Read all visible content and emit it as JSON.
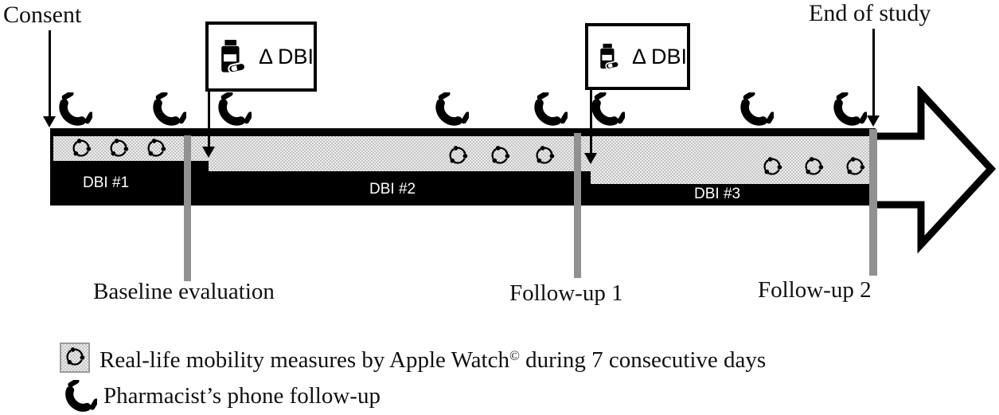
{
  "labels": {
    "consent": "Consent",
    "end_of_study": "End of study",
    "baseline": "Baseline evaluation",
    "followup1": "Follow-up 1",
    "followup2": "Follow-up 2"
  },
  "intervention_boxes": [
    {
      "label": "Δ DBI"
    },
    {
      "label": "Δ DBI"
    }
  ],
  "timeline": {
    "segments": [
      {
        "label": "DBI #1"
      },
      {
        "label": "DBI #2"
      },
      {
        "label": "DBI #3"
      }
    ]
  },
  "legend": {
    "mobility": {
      "text": "Real-life mobility measures by Apple Watch",
      "sup": "©",
      "text_after": " during 7 consecutive days"
    },
    "phone": "Pharmacist’s phone follow-up"
  },
  "icons": {
    "phone": "phone-handset-icon",
    "cycle": "mobility-cycle-icon",
    "pill_bottle": "pill-bottle-icon"
  },
  "colors": {
    "ink": "#000000",
    "marker_gray": "#919191",
    "stipple_dark": "#c4c4c4",
    "stipple_light": "#ededed",
    "band_text": "#ffffff"
  }
}
